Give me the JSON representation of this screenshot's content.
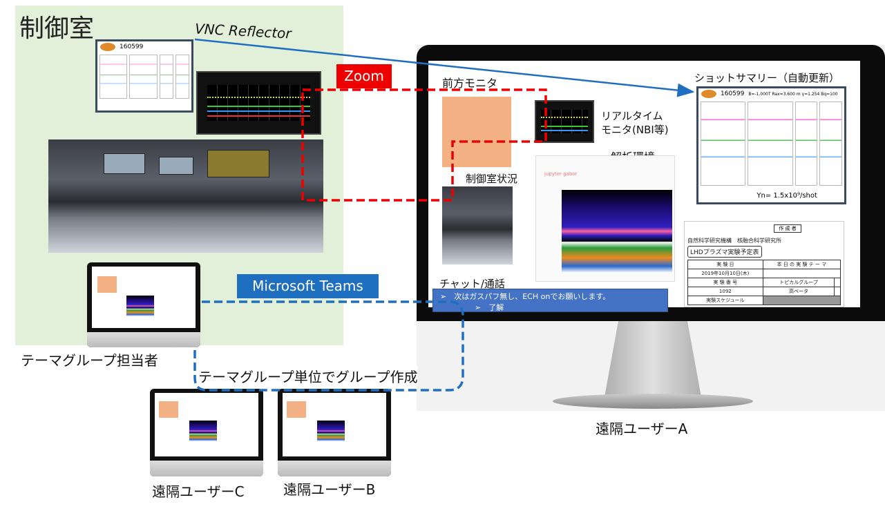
{
  "control_room": {
    "title": "制御室",
    "vnc_label": "VNC Reflector",
    "theme_group_label": "テーマグループ担当者"
  },
  "shot_summary": {
    "shot_number": "160599",
    "params": "B=-1.000T Rax=3.600 m γ=1.254 Bq=100",
    "yield": "Yn= 1.5x10⁹/shot"
  },
  "zoom_label": "Zoom",
  "teams_label": "Microsoft Teams",
  "group_label": "テーマグループ単位でグループ作成",
  "remote_screen": {
    "front_monitor": "前方モニタ",
    "realtime_monitor": "リアルタイム\nモニタ(NBI等)",
    "analysis_env": "解析環境",
    "control_room_status": "制御室状況",
    "shot_summary_title": "ショットサマリー（自動更新）",
    "chat_title": "チャット/通話",
    "chat_messages": [
      "次はガスパフ無し、ECH onでお願いします。",
      "了解"
    ],
    "jupyter": "jupyter gabor",
    "schedule": {
      "institute": "自然科学研究機構　核融合科学研究所",
      "title": "LHDプラズマ実験予定表",
      "author_header": "作 成 者",
      "date_header": "実 験 日",
      "theme_header": "本 日 の 実 験 テ ー マ",
      "date": "2019年10月10日(木)",
      "number_header": "実 験 番 号",
      "number": "1092",
      "group_header": "トピカルグループ",
      "group": "高ベータ",
      "schedule_label": "実験スケジュール"
    }
  },
  "users": {
    "a": "遠隔ユーザーA",
    "b": "遠隔ユーザーB",
    "c": "遠隔ユーザーC"
  },
  "colors": {
    "green_panel": "#e2efd9",
    "red": "#ee0000",
    "blue": "#1f6fc0",
    "peach": "#f4b183",
    "chat": "#4472c4"
  }
}
